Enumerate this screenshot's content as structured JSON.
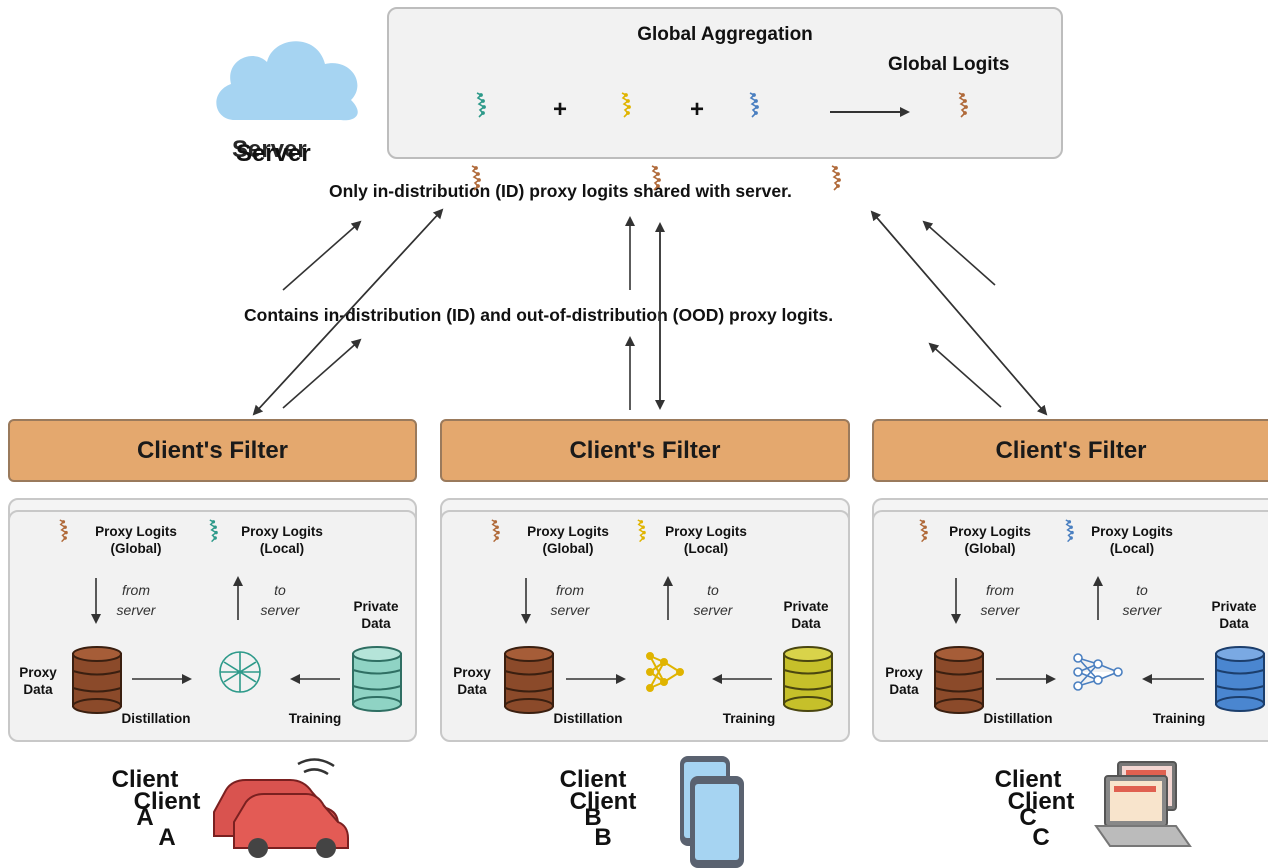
{
  "server": {
    "label": "Server",
    "label_shadow": "Server",
    "box_title": "Global Aggregation",
    "global_logits_label": "Global Logits",
    "plus_1": "+",
    "plus_2": "+"
  },
  "messages": {
    "top": "Only in-distribution (ID) proxy logits shared with server.",
    "middle": "Contains in-distribution (ID) and out-of-distribution (OOD) proxy logits."
  },
  "clients": [
    {
      "filter_label": "Client's Filter",
      "global_logits": "Proxy Logits\n(Global)",
      "local_logits": "Proxy Logits\n(Local)",
      "from_server": "from\nserver",
      "to_server": "to\nserver",
      "private_data": "Private\nData",
      "proxy_data": "Proxy\nData",
      "distillation": "Distillation",
      "training": "Training",
      "name_1": "Client",
      "name_2": "Client",
      "letter_1": "A",
      "letter_2": "A",
      "local_color": "#2e9a8a",
      "private_db_color": "#8fd3c4",
      "device": "car"
    },
    {
      "filter_label": "Client's Filter",
      "global_logits": "Proxy Logits\n(Global)",
      "local_logits": "Proxy Logits\n(Local)",
      "from_server": "from\nserver",
      "to_server": "to\nserver",
      "private_data": "Private\nData",
      "proxy_data": "Proxy\nData",
      "distillation": "Distillation",
      "training": "Training",
      "name_1": "Client",
      "name_2": "Client",
      "letter_1": "B",
      "letter_2": "B",
      "local_color": "#e0b400",
      "private_db_color": "#c6c02a",
      "device": "phone"
    },
    {
      "filter_label": "Client's Filter",
      "global_logits": "Proxy Logits\n(Global)",
      "local_logits": "Proxy Logits\n(Local)",
      "from_server": "from\nserver",
      "to_server": "to\nserver",
      "private_data": "Private\nData",
      "proxy_data": "Proxy\nData",
      "distillation": "Distillation",
      "training": "Training",
      "name_1": "Client",
      "name_2": "Client",
      "letter_1": "C",
      "letter_2": "C",
      "local_color": "#4a7fc0",
      "private_db_color": "#4a86d0",
      "device": "laptop"
    }
  ],
  "colors": {
    "global_logit": "#b06a3a",
    "proxy_db": "#8b4a2a",
    "filter": "#e4a86e",
    "cloud": "#a6d4f2"
  }
}
